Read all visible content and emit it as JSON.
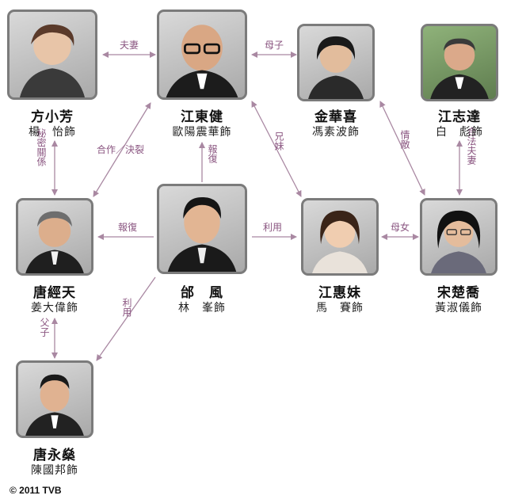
{
  "people": [
    {
      "id": "fang",
      "name": "方小芳",
      "actor": "楊　怡飾"
    },
    {
      "id": "jiang_dongjian",
      "name": "江東健",
      "actor": "歐陽震華飾"
    },
    {
      "id": "jin_huaxi",
      "name": "金華喜",
      "actor": "馮素波飾"
    },
    {
      "id": "jiang_zhida",
      "name": "江志達",
      "actor": "白　彪飾"
    },
    {
      "id": "tang_jingtian",
      "name": "唐經天",
      "actor": "姜大偉飾"
    },
    {
      "id": "qiu_feng",
      "name": "邰　風",
      "actor": "林　峯飾"
    },
    {
      "id": "jiang_huimei",
      "name": "江惠妹",
      "actor": "馬　賽飾"
    },
    {
      "id": "song_chuqiao",
      "name": "宋楚喬",
      "actor": "黃淑儀飾"
    },
    {
      "id": "tang_yongshen",
      "name": "唐永燊",
      "actor": "陳國邦飾"
    }
  ],
  "relations": {
    "fuqi": "夫妻",
    "muzi": "母子",
    "mimi_guanxi": "秘密關係",
    "hezuo_juelie": "合作／決裂",
    "baofu_up": "報復",
    "xiongmei": "兄妹",
    "qingdi": "情敵",
    "hefa_fuqi": "合法夫妻",
    "baofu_left": "報復",
    "liyong_right": "利用",
    "munu": "母女",
    "liyong_diag": "利用",
    "fuzi": "父子"
  },
  "copyright": "© 2011 TVB",
  "colors": {
    "arrow": "#a988a2",
    "relation_text": "#8a5580",
    "photo_border": "#7b7b7b"
  }
}
